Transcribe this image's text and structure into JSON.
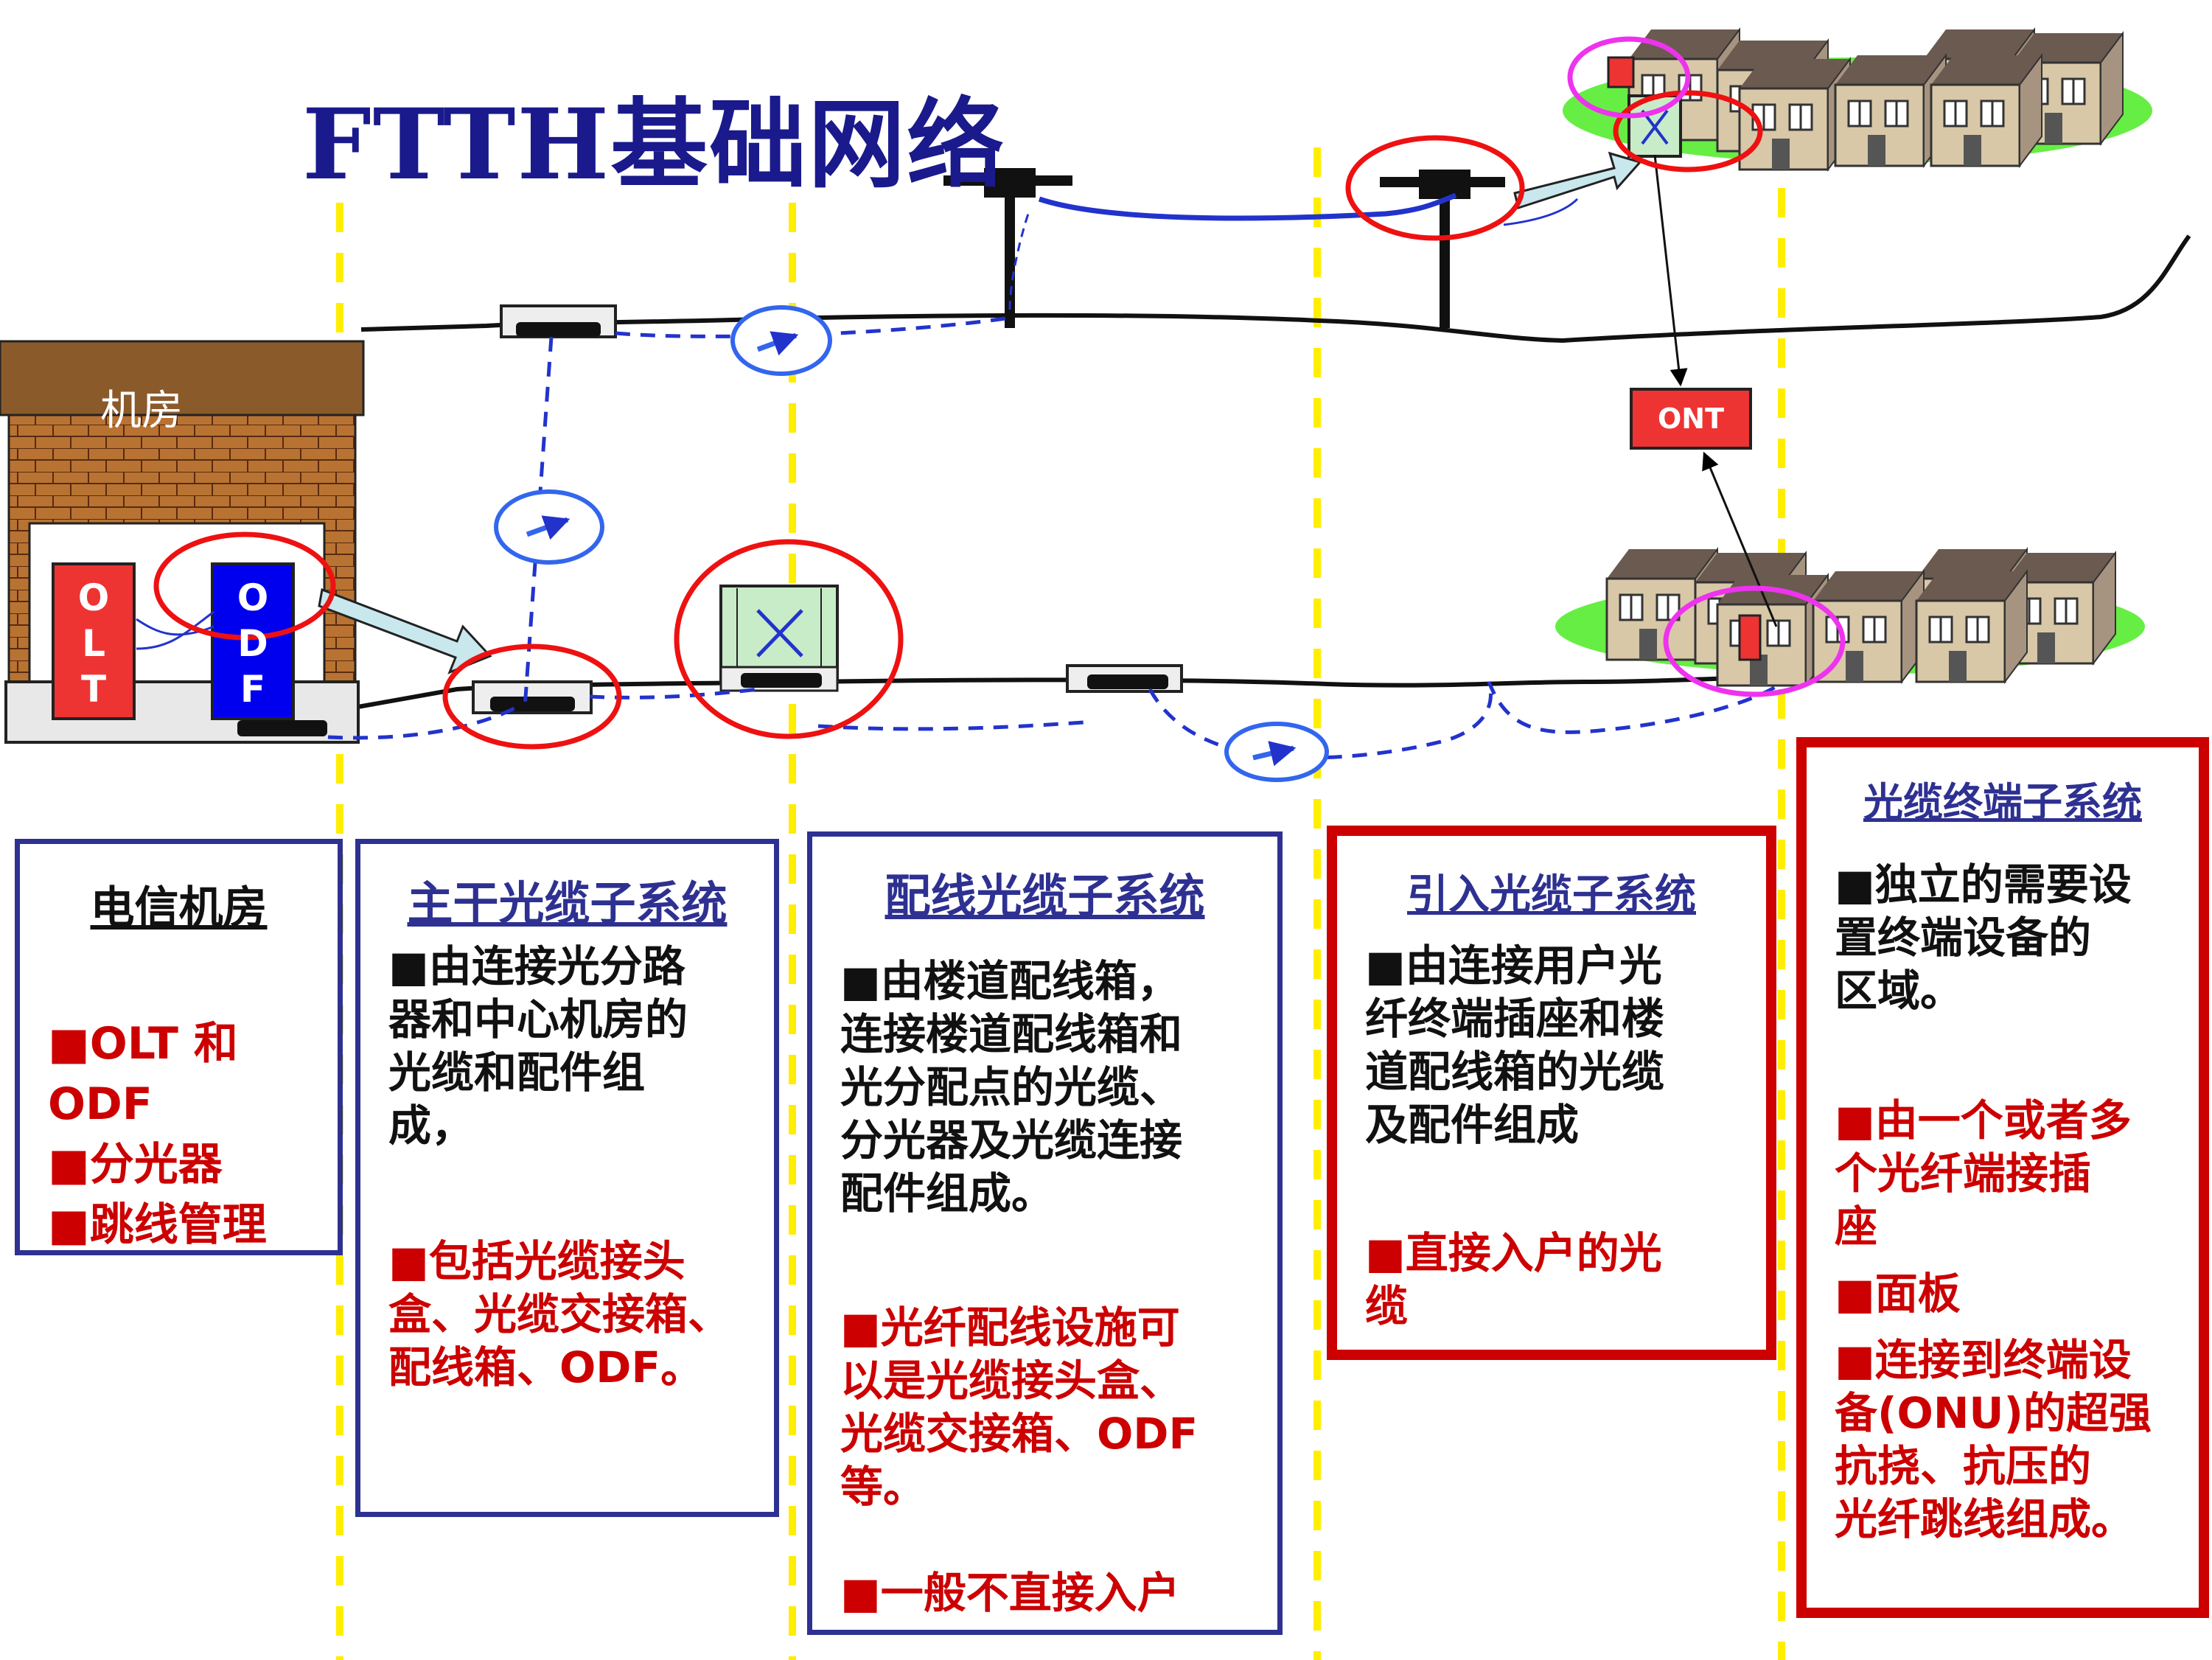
{
  "title": "FTTH基础网络",
  "diagram": {
    "room_label": "机房",
    "olt_label": "OLT",
    "odf_label": "ODF",
    "ont_label": "ONT",
    "colors": {
      "title": "#1a1a8c",
      "panel_border_blue": "#2e3191",
      "panel_border_red": "#cc0000",
      "highlight_text": "#cc0000",
      "fiber_line": "#2233cc",
      "divider": "#ffee00",
      "ground": "#66ee44"
    }
  },
  "panels": [
    {
      "title": "电信机房",
      "lines": [
        "■OLT 和",
        "ODF",
        "■分光器",
        "■跳线管理"
      ]
    },
    {
      "title": "主干光缆子系统",
      "black_lines": [
        "■由连接光分路",
        "器和中心机房的",
        "光缆和配件组",
        "成，"
      ],
      "red_lines": [
        "■包括光缆接头",
        "盒、光缆交接箱、",
        "配线箱、ODF。"
      ]
    },
    {
      "title": "配线光缆子系统",
      "black_lines": [
        "■由楼道配线箱，",
        "连接楼道配线箱和",
        "光分配点的光缆、",
        "分光器及光缆连接",
        "配件组成。"
      ],
      "red_lines": [
        "■光纤配线设施可",
        "以是光缆接头盒、",
        "光缆交接箱、ODF",
        "等。"
      ],
      "red_note": "■一般不直接入户"
    },
    {
      "title": "引入光缆子系统",
      "black_lines": [
        "■由连接用户光",
        "纤终端插座和楼",
        "道配线箱的光缆",
        "及配件组成"
      ],
      "red_lines": [
        "■直接入户的光",
        "缆"
      ]
    },
    {
      "title": "光缆终端子系统",
      "black_lines": [
        "■独立的需要设",
        "置终端设备的",
        "区域。"
      ],
      "red_lines": [
        "■由一个或者多",
        "个光纤端接插",
        "座"
      ],
      "red_item_2": "■面板",
      "red_lines_3": [
        "■连接到终端设",
        "备(ONU)的超强",
        "抗挠、抗压的",
        "光纤跳线组成。"
      ]
    }
  ]
}
